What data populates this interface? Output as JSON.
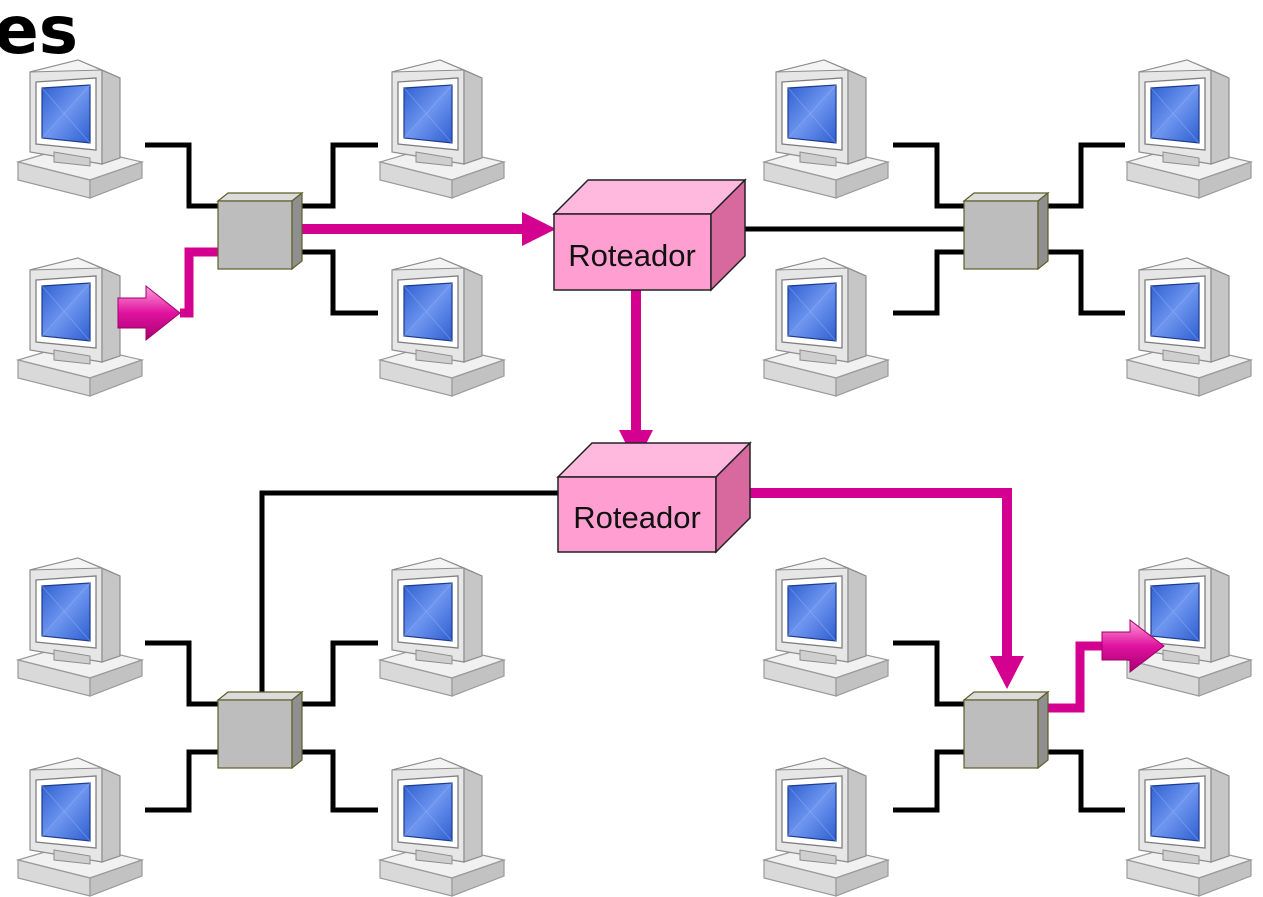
{
  "title_fragment": "es",
  "routers": [
    {
      "label": "Roteador"
    },
    {
      "label": "Roteador"
    }
  ],
  "colors": {
    "packet_path": "#d4008f",
    "router_front": "#ff9fd1",
    "router_top": "#ffb9df",
    "router_side": "#d7699f",
    "switch_front": "#bdbdbd",
    "cable": "#000000",
    "screen": "#3a69d6"
  },
  "icons": [
    "computer-icon",
    "switch-icon",
    "router-icon",
    "arrow-icon"
  ]
}
